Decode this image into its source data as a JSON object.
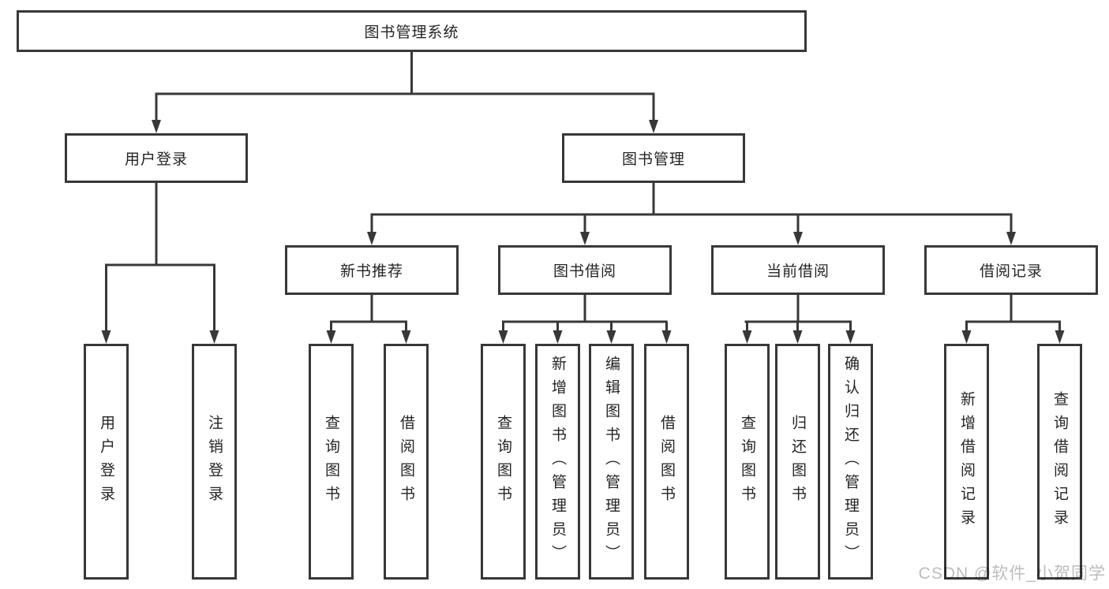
{
  "diagram": {
    "root": {
      "label": "图书管理系统"
    },
    "level2": [
      {
        "label": "用户登录"
      },
      {
        "label": "图书管理"
      }
    ],
    "level3": [
      {
        "label": "新书推荐"
      },
      {
        "label": "图书借阅"
      },
      {
        "label": "当前借阅"
      },
      {
        "label": "借阅记录"
      }
    ],
    "leaves": {
      "user_login": [
        "用户登录",
        "注销登录"
      ],
      "new_book": [
        "查询图书",
        "借阅图书"
      ],
      "book_borrow": [
        "查询图书",
        "新增图书（管理员）",
        "编辑图书（管理员）",
        "借阅图书"
      ],
      "current_borrow": [
        "查询图书",
        "归还图书",
        "确认归还（管理员）"
      ],
      "borrow_record": [
        "新增借阅记录",
        "查询借阅记录"
      ]
    }
  },
  "watermark": "CSDN @软件_小贺同学",
  "colors": {
    "line": "#383838",
    "text": "#242424",
    "watermark": "#bdbdbd",
    "background": "#ffffff"
  }
}
